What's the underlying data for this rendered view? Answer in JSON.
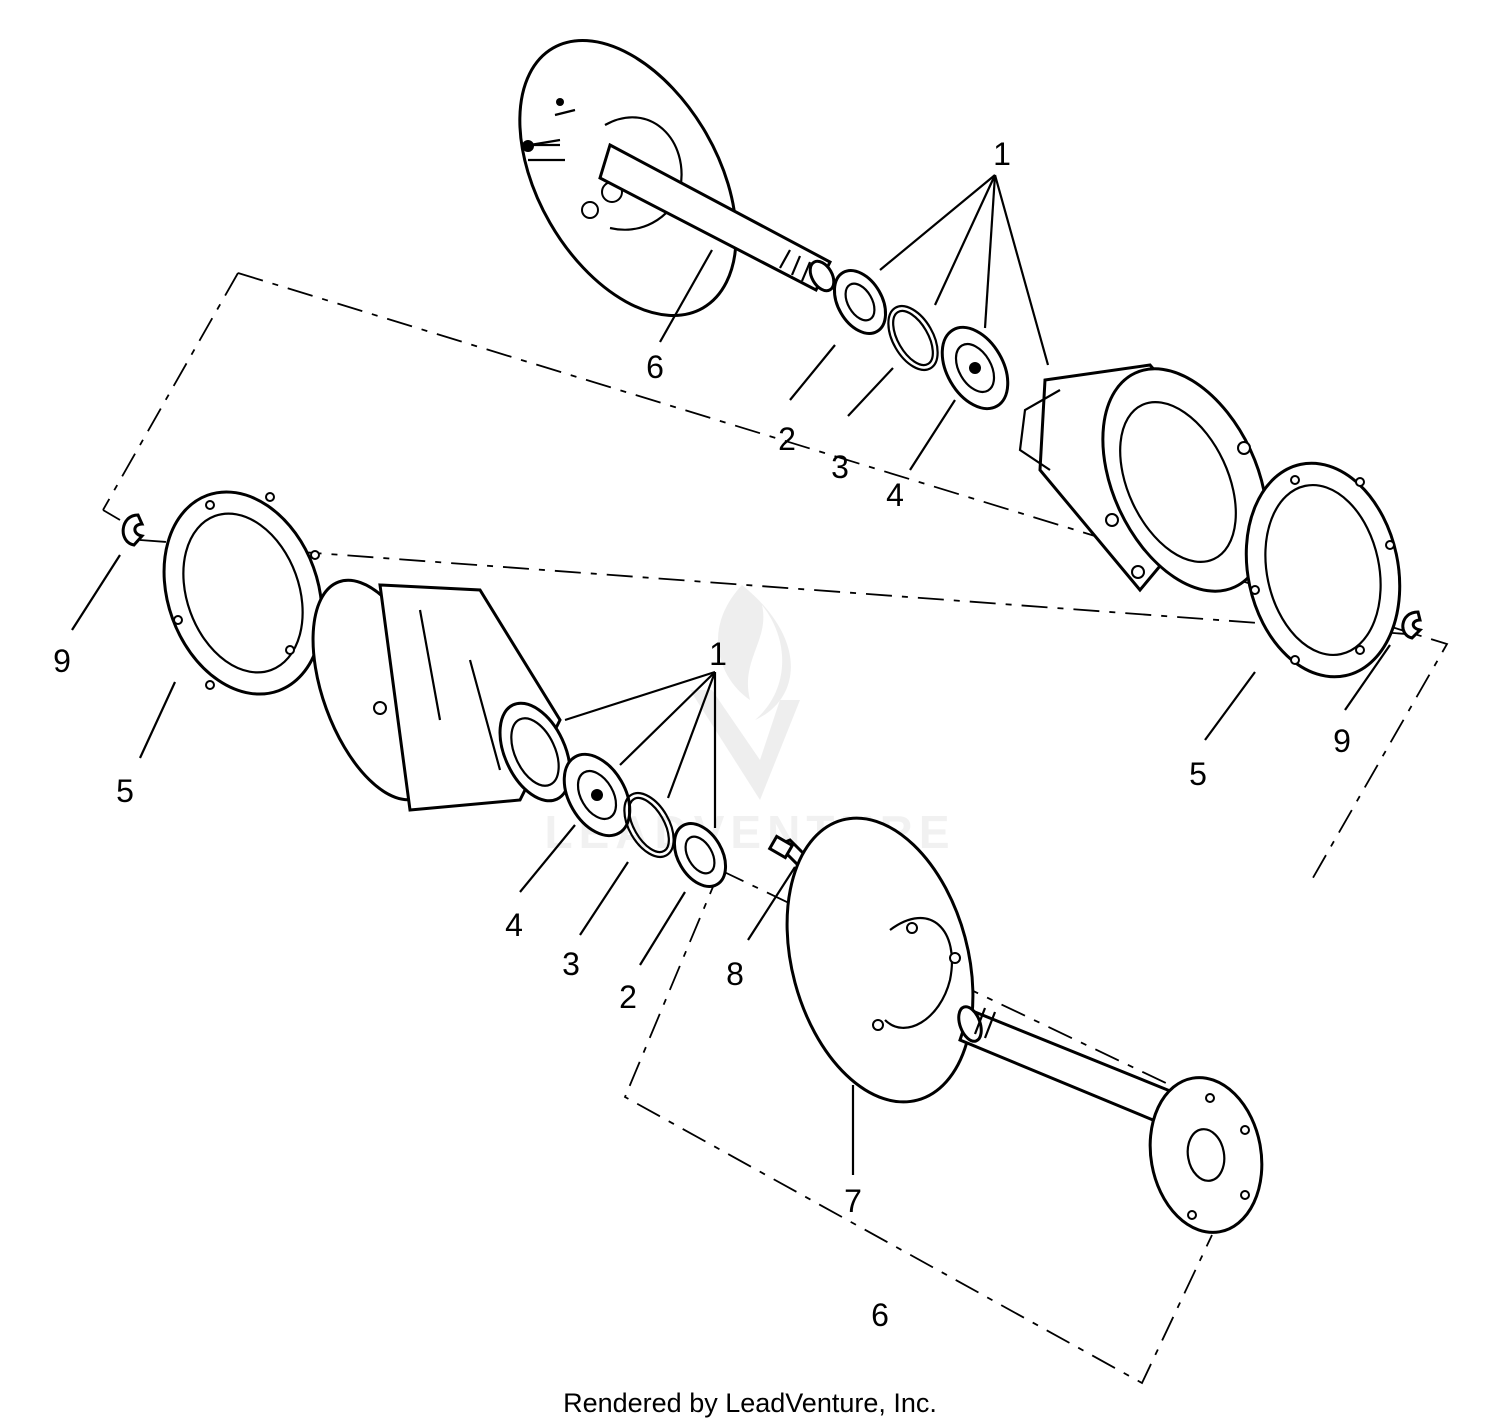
{
  "diagram": {
    "callouts": [
      "1",
      "2",
      "3",
      "4",
      "5",
      "6",
      "7",
      "8",
      "9"
    ],
    "watermark": "LEADVENTURE"
  },
  "footer": "Rendered by LeadVenture, Inc.",
  "colors": {
    "line": "#000000",
    "background": "#ffffff",
    "watermark": "#d8d8d8"
  }
}
